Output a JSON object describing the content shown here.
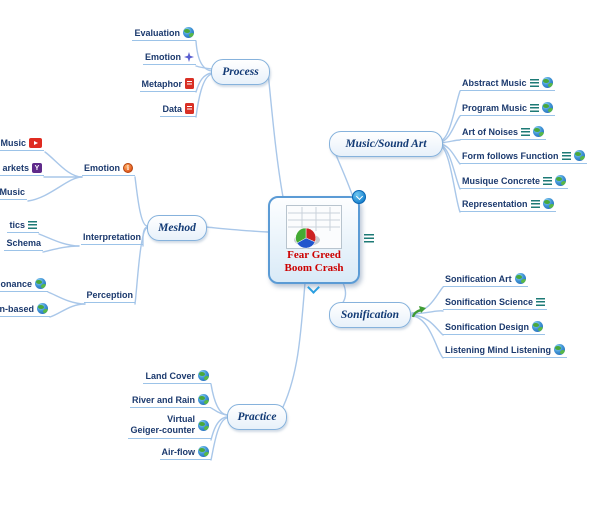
{
  "colors": {
    "branch_line": "#a9c7e9",
    "underline": "#9cc3e8",
    "topic_text": "#1c3a6e",
    "main_topic_text": "#123a75",
    "central_title": "#cc0000",
    "central_border": "#5b9bd5",
    "collapse_button": "#1e88d2"
  },
  "central": {
    "title_line1": "Fear Greed",
    "title_line2": "Boom Crash",
    "image": "spreadsheet-pie-chart",
    "notes_icon": "notes",
    "collapse_button": "chevron-down-circle",
    "expand_indicator": "chevron-down"
  },
  "branches": {
    "process": {
      "label": "Process",
      "children": [
        {
          "label": "Evaluation",
          "icons": [
            "globe"
          ]
        },
        {
          "label": "Emotion",
          "icons": [
            "sparkle"
          ]
        },
        {
          "label": "Metaphor",
          "icons": [
            "red-doc"
          ]
        },
        {
          "label": "Data",
          "icons": [
            "red-doc"
          ]
        }
      ]
    },
    "music_sound_art": {
      "label": "Music/Sound Art",
      "children": [
        {
          "label": "Abstract Music",
          "icons": [
            "notes",
            "globe"
          ]
        },
        {
          "label": "Program Music",
          "icons": [
            "notes",
            "globe"
          ]
        },
        {
          "label": "Art of Noises",
          "icons": [
            "notes",
            "globe"
          ]
        },
        {
          "label": "Form follows Function",
          "icons": [
            "notes",
            "globe"
          ]
        },
        {
          "label": "Musique Concrete",
          "icons": [
            "notes",
            "globe"
          ]
        },
        {
          "label": "Representation",
          "icons": [
            "notes",
            "globe"
          ]
        }
      ]
    },
    "meshod": {
      "label": "Meshod",
      "children": [
        {
          "label": "Emotion",
          "icons": [
            "info"
          ],
          "children": [
            {
              "label": "Music",
              "icons": [
                "youtube"
              ]
            },
            {
              "label": "arkets",
              "icons": [
                "yahoo"
              ]
            },
            {
              "label": "Music",
              "icons": []
            }
          ]
        },
        {
          "label": "Interpretation",
          "icons": [],
          "children": [
            {
              "label": "tics",
              "icons": [
                "notes"
              ]
            },
            {
              "label": "Schema",
              "icons": []
            }
          ]
        },
        {
          "label": "Perception",
          "icons": [],
          "children": [
            {
              "label": "onance",
              "icons": [
                "globe"
              ]
            },
            {
              "label": "n-based",
              "icons": [
                "globe"
              ]
            }
          ]
        }
      ]
    },
    "sonification": {
      "label": "Sonification",
      "marker": "green-arrow",
      "children": [
        {
          "label": "Sonification Art",
          "icons": [
            "globe"
          ]
        },
        {
          "label": "Sonification Science",
          "icons": [
            "notes"
          ]
        },
        {
          "label": "Sonification Design",
          "icons": [
            "globe"
          ]
        },
        {
          "label": "Listening Mind Listening",
          "icons": [
            "globe"
          ]
        }
      ]
    },
    "practice": {
      "label": "Practice",
      "children": [
        {
          "label": "Land Cover",
          "icons": [
            "globe"
          ]
        },
        {
          "label": "River and Rain",
          "icons": [
            "globe"
          ]
        },
        {
          "label": "Virtual Geiger-counter",
          "lines": [
            "Virtual",
            "Geiger-counter"
          ],
          "icons": [
            "globe"
          ]
        },
        {
          "label": "Air-flow",
          "icons": [
            "globe"
          ]
        }
      ]
    }
  }
}
